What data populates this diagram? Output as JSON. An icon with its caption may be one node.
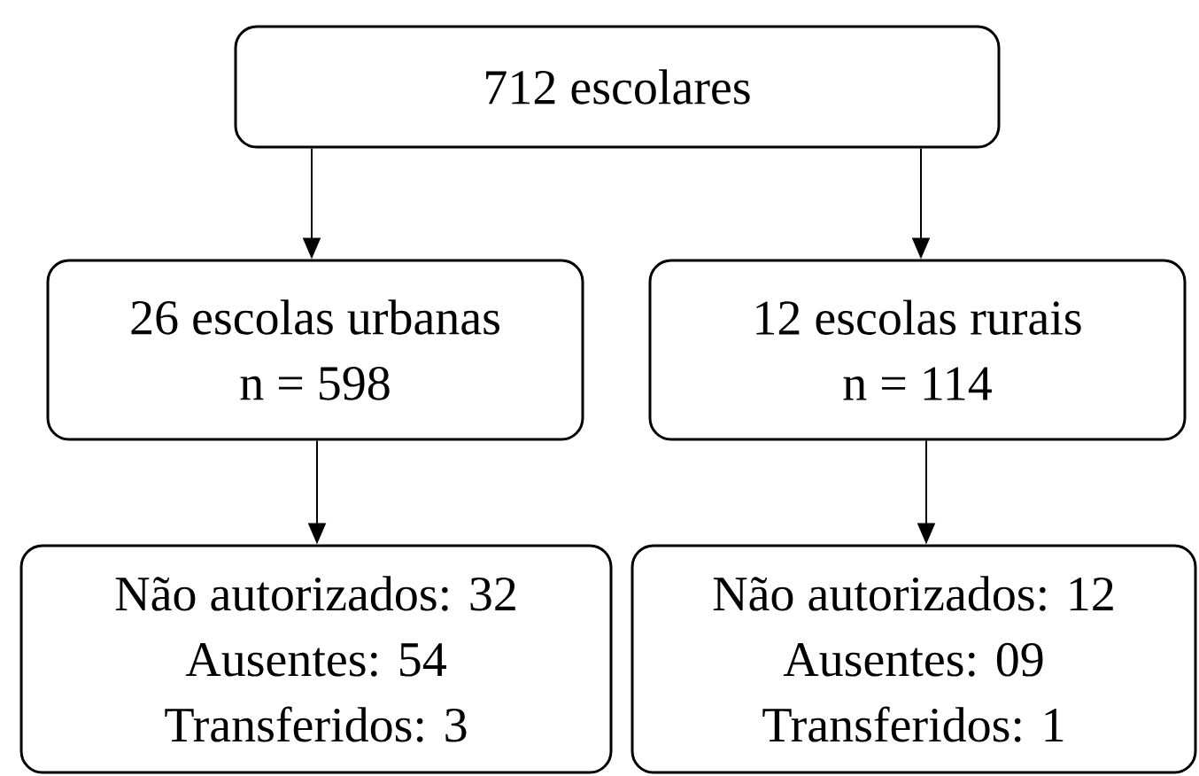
{
  "diagram": {
    "nodes": [
      {
        "text": [
          "712 escolares"
        ]
      },
      {
        "text": [
          "26 escolas urbanas",
          "n = 598"
        ]
      },
      {
        "text": [
          "12 escolas rurais",
          "n = 114"
        ]
      },
      {
        "text": [
          "Não autorizados: 32",
          "Ausentes: 54",
          "Transferidos: 3"
        ]
      },
      {
        "text": [
          "Não autorizados: 12",
          "Ausentes: 09",
          "Transferidos: 1"
        ]
      }
    ],
    "edges": [
      {
        "from": 0,
        "to": 1,
        "arrow": "to"
      },
      {
        "from": 0,
        "to": 2,
        "arrow": "to"
      },
      {
        "from": 1,
        "to": 3,
        "arrow": "to"
      },
      {
        "from": 2,
        "to": 4,
        "arrow": "to"
      }
    ]
  }
}
